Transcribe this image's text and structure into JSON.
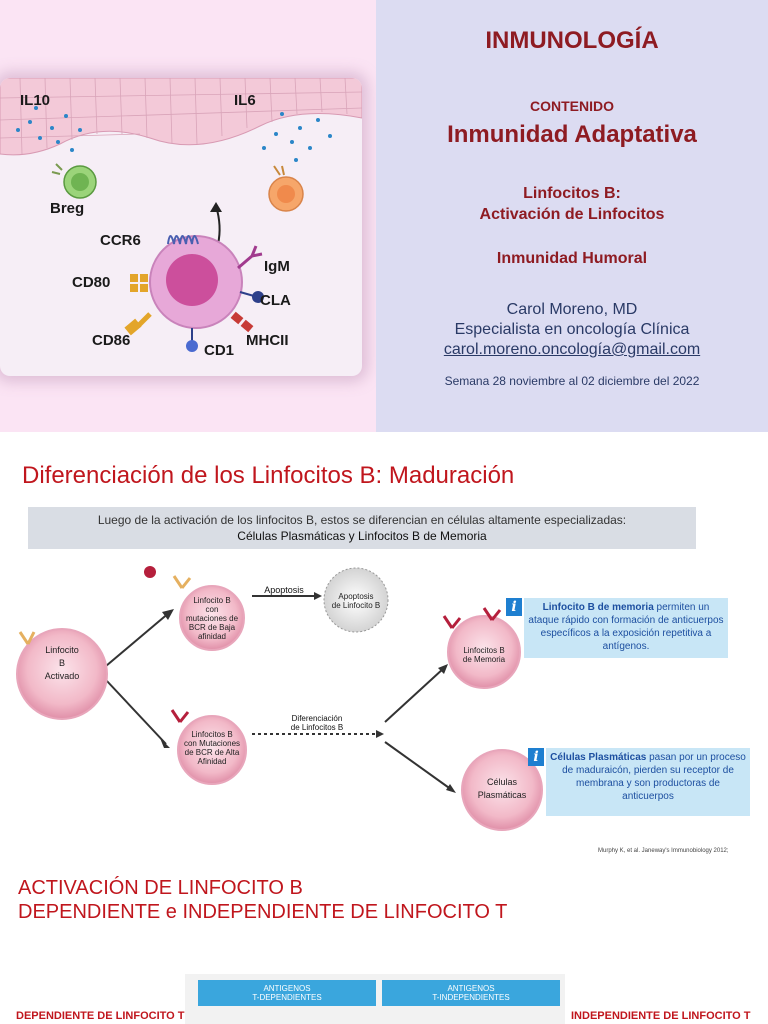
{
  "slide1": {
    "figure_labels": {
      "il10": "IL10",
      "il6": "IL6",
      "breg": "Breg",
      "ccr6": "CCR6",
      "cd80": "CD80",
      "igm": "IgM",
      "cla": "CLA",
      "cd86": "CD86",
      "cd1": "CD1",
      "mhcii": "MHCII"
    },
    "title": "INMUNOLOGÍA",
    "contenido": "CONTENIDO",
    "subject": "Inmunidad Adaptativa",
    "topic_line1": "Linfocitos B:",
    "topic_line2": "Activación de Linfocitos",
    "topic_humoral": "Inmunidad Humoral",
    "author": "Carol Moreno, MD",
    "specialty": "Especialista en oncología Clínica",
    "email": "carol.moreno.oncología@gmail.com",
    "week": "Semana 28 noviembre al 02 diciembre del 2022"
  },
  "slide2": {
    "title": "Diferenciación de los Linfocitos B: Maduración",
    "intro_line1": "Luego de la activación de los linfocitos B, estos se diferencian en células altamente especializadas:",
    "intro_line2": "Células Plasmáticas y Linfocitos B de Memoria",
    "cells": {
      "activated": [
        "Linfocito",
        "B",
        "Activado"
      ],
      "low_affinity": [
        "Linfocito B",
        "con",
        "mutaciones de",
        "BCR de Baja",
        "afinidad"
      ],
      "apoptosis_cell": [
        "Apoptosis",
        "de Linfocito B"
      ],
      "high_affinity": [
        "Linfocitos B",
        "con Mutaciones",
        "de BCR de Alta",
        "Afinidad"
      ],
      "memory": [
        "Linfocitos B",
        "de Memoria"
      ],
      "plasma": [
        "Células",
        "Plasmáticas"
      ]
    },
    "arrow_apoptosis": "Apoptosis",
    "arrow_diff": [
      "Diferenciación",
      "de Linfocitos B"
    ],
    "info_icon": "i",
    "memory_box": {
      "bold": "Linfocito B de memoria",
      "text": "permiten un ataque rápido con formación de anticuerpos específicos a la exposición repetitiva a antígenos."
    },
    "plasma_box": {
      "bold": "Células Plasmáticas",
      "text": "pasan por un proceso de maduraicón, pierden su receptor de membrana y son productoras de anticuerpos"
    },
    "citation": "Murphy K, et al. Janeway's Immunobiology  2012;"
  },
  "slide3": {
    "title_line1": "ACTIVACIÓN DE LINFOCITO B",
    "title_line2": "DEPENDIENTE e INDEPENDIENTE DE LINFOCITO T",
    "table_head_left": [
      "ANTIGENOS",
      "T-DEPENDIENTES"
    ],
    "table_head_right": [
      "ANTIGENOS",
      "T-INDEPENDIENTES"
    ],
    "side_left": "DEPENDIENTE DE LINFOCITO T",
    "side_right": "INDEPENDIENTE DE LINFOCITO T"
  },
  "colors": {
    "accent_red": "#c0161d",
    "title_maroon": "#8e1b22",
    "author_navy": "#2a3a66",
    "info_blue": "#1e7fd0",
    "table_head_blue": "#3aa6dd"
  }
}
